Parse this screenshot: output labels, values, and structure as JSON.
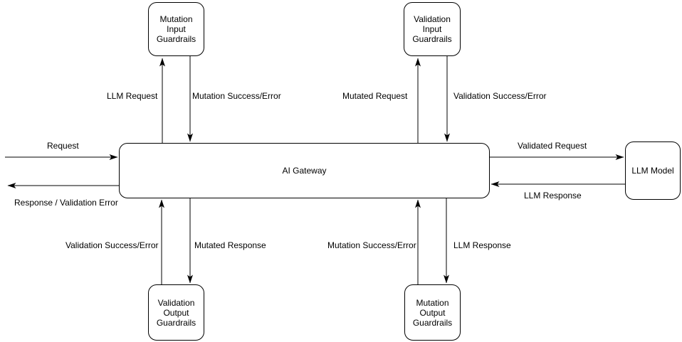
{
  "canvas": {
    "background": "#ffffff",
    "stroke_color": "#000000",
    "text_color": "#000000"
  },
  "nodes": {
    "mutation_input": {
      "label": "Mutation\nInput\nGuardrails"
    },
    "validation_input": {
      "label": "Validation\nInput\nGuardrails"
    },
    "ai_gateway": {
      "label": "AI Gateway"
    },
    "llm_model": {
      "label": "LLM Model"
    },
    "validation_output": {
      "label": "Validation\nOutput\nGuardrails"
    },
    "mutation_output": {
      "label": "Mutation\nOutput\nGuardrails"
    }
  },
  "edge_labels": {
    "request": "Request",
    "response": "Response / Validation Error",
    "llm_request": "LLM Request",
    "mutation_success_top": "Mutation Success/Error",
    "mutated_request": "Mutated Request",
    "validation_success_top": "Validation Success/Error",
    "validated_request": "Validated Request",
    "llm_response_right": "LLM Response",
    "validation_success_bottom": "Validation Success/Error",
    "mutated_response": "Mutated Response",
    "mutation_success_bottom": "Mutation Success/Error",
    "llm_response_bottom": "LLM Response"
  }
}
